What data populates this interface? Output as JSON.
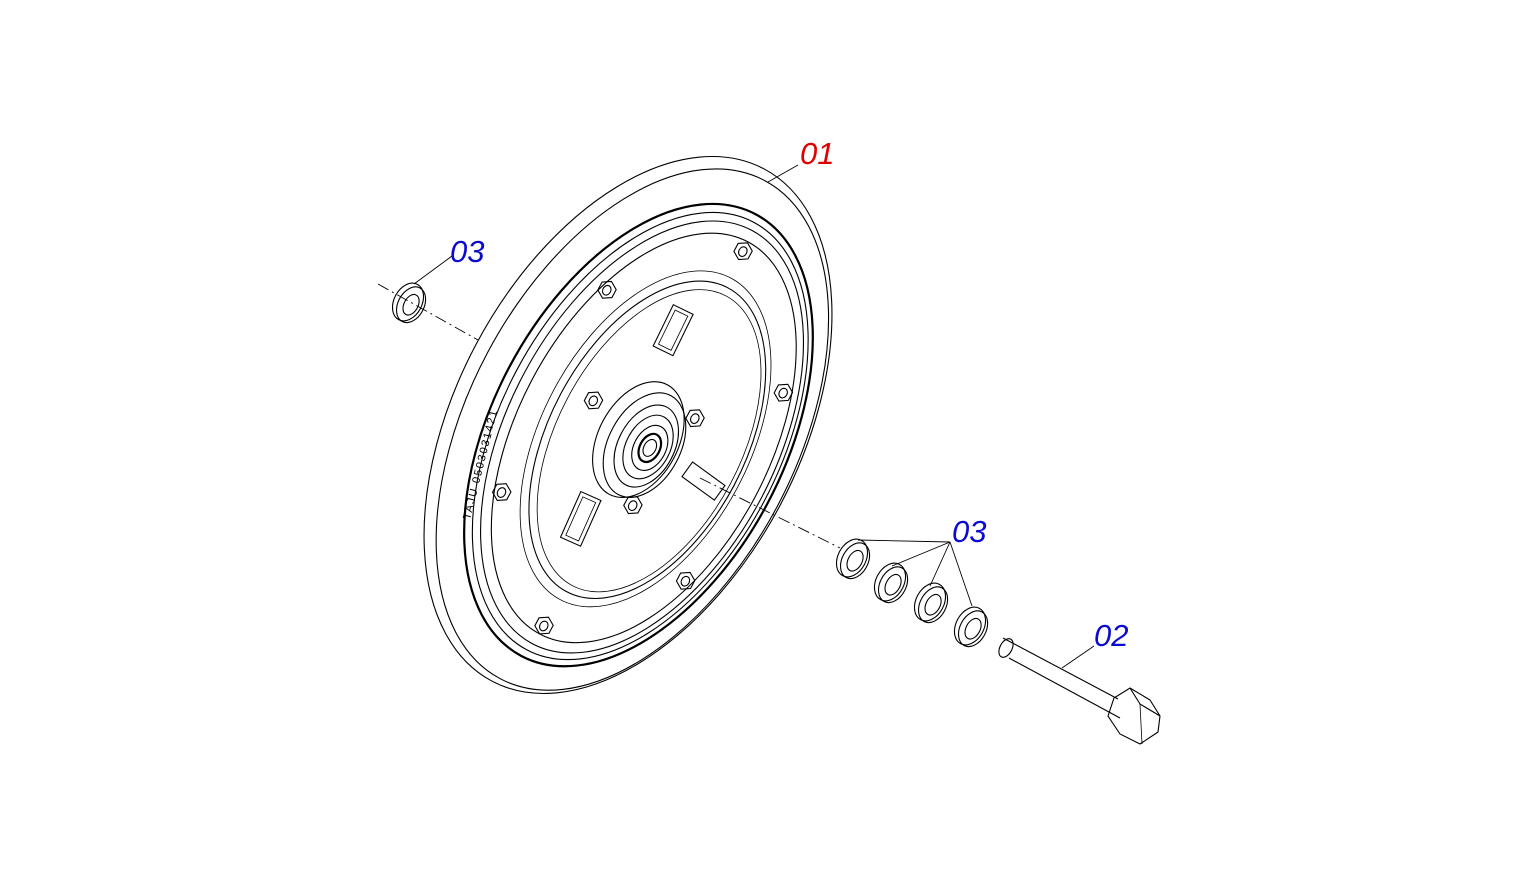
{
  "callouts": {
    "wheel": {
      "label": "01",
      "color": "#e00000"
    },
    "bolt": {
      "label": "02",
      "color": "#0a0ad2"
    },
    "washer_left": {
      "label": "03",
      "color": "#0a0ad2"
    },
    "washer_right": {
      "label": "03",
      "color": "#0a0ad2"
    }
  },
  "wheel_marking": "TAJU 0503031421",
  "line_color": "#000000"
}
